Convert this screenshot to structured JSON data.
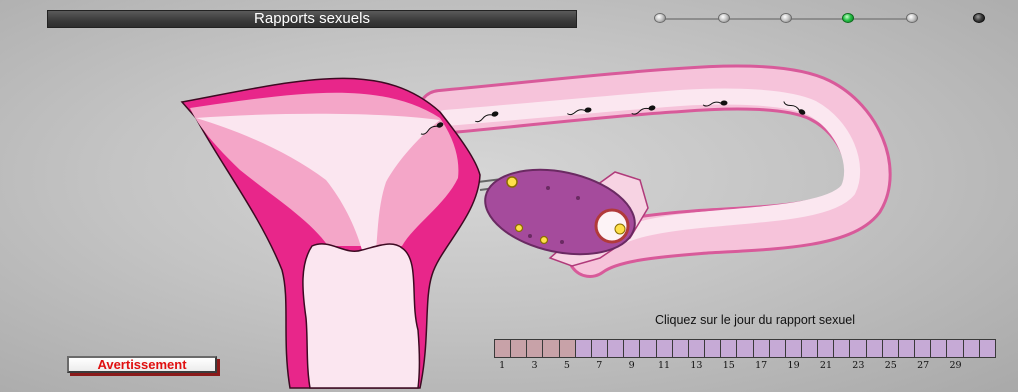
{
  "header": {
    "title": "Rapports sexuels"
  },
  "step_nav": {
    "total": 6,
    "active_index": 3
  },
  "colors": {
    "uterus_outer": "#e8268a",
    "uterus_mid": "#f4a6c8",
    "uterus_inner": "#fbe6f0",
    "ovary": "#a54b9c",
    "cell_past": "#c8a2a8",
    "cell_future": "#c6aad6"
  },
  "calendar": {
    "instruction": "Cliquez sur le jour du rapport sexuel",
    "days": [
      1,
      2,
      3,
      4,
      5,
      6,
      7,
      8,
      9,
      10,
      11,
      12,
      13,
      14,
      15,
      16,
      17,
      18,
      19,
      20,
      21,
      22,
      23,
      24,
      25,
      26,
      27,
      28,
      29,
      30,
      31
    ],
    "labels": [
      "1",
      "3",
      "5",
      "7",
      "9",
      "11",
      "13",
      "15",
      "17",
      "19",
      "21",
      "23",
      "25",
      "27",
      "29"
    ],
    "marked_days": 5
  },
  "footer": {
    "warning_button": "Avertissement"
  }
}
